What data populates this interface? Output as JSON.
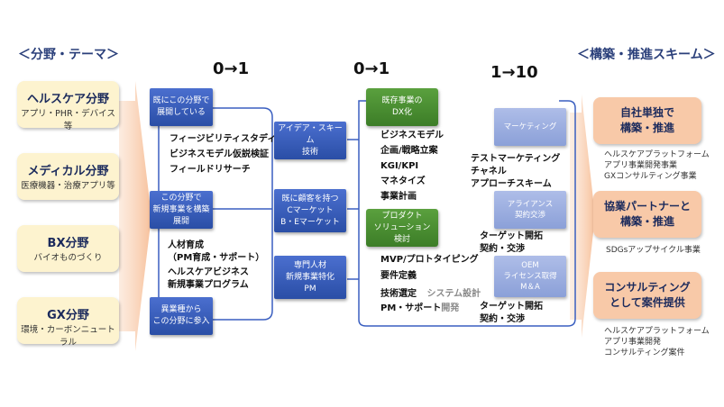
{
  "headers": {
    "left": "＜分野・テーマ＞",
    "right": "＜構築・推進スキーム＞"
  },
  "stages": {
    "s1": "0→1",
    "s2": "0→1",
    "s3": "1→10"
  },
  "fields": [
    {
      "title": "ヘルスケア分野",
      "sub": "アプリ・PHR・デバイス等"
    },
    {
      "title": "メディカル分野",
      "sub": "医療機器・治療アプリ等"
    },
    {
      "title": "BX分野",
      "sub": "バイオものづくり"
    },
    {
      "title": "GX分野",
      "sub": "環境・カーボンニュートラル"
    }
  ],
  "col1": {
    "box1": [
      "既にこの分野で",
      "展開している"
    ],
    "box2": [
      "この分野で",
      "新規事業を構築",
      "展開"
    ],
    "box3": [
      "異業種から",
      "この分野に参入"
    ],
    "text1": [
      "フィージビリティスタディ",
      "ビジネスモデル仮説検証",
      "フィールドリサーチ"
    ],
    "text2": [
      "人材育成",
      "（PM育成・サポート）",
      "ヘルスケアビジネス",
      "新規事業プログラム"
    ]
  },
  "col2": {
    "box1": [
      "アイデア・スキーム",
      "技術"
    ],
    "box2": [
      "既に顧客を持つ",
      "Cマーケット",
      "B・Eマーケット"
    ],
    "box3": [
      "専門人材",
      "新規事業特化",
      "PM"
    ]
  },
  "col3": {
    "box1": [
      "既存事業の",
      "DX化"
    ],
    "text1": [
      "ビジネスモデル",
      "企画/戦略立案",
      "KGI/KPI",
      "マネタイズ",
      "事業計画"
    ],
    "box2": [
      "プロダクト",
      "ソリューション",
      "検討"
    ],
    "text2": [
      "MVP/プロトタイピング",
      "要件定義"
    ],
    "tech": "技術選定",
    "sysdesign": "システム設計",
    "pm": "PM・サポート",
    "dev": "開発"
  },
  "col4": {
    "box1": "マーケティング",
    "text1": [
      "テストマーケティング",
      "チャネル",
      "アプローチスキーム"
    ],
    "box2": [
      "アライアンス",
      "契約交渉"
    ],
    "text2": [
      "ターゲット開拓",
      "契約・交渉"
    ],
    "box3": [
      "OEM",
      "ライセンス取得",
      "M＆A"
    ],
    "text3": [
      "ターゲット開拓",
      "契約・交渉"
    ]
  },
  "schemes": [
    {
      "title": [
        "自社単独で",
        "構築・推進"
      ],
      "notes": [
        "ヘルスケアプラットフォーム",
        "アプリ事業開発事業",
        "GXコンサルティング事業"
      ]
    },
    {
      "title": [
        "協業パートナーと",
        "構築・推進"
      ],
      "notes": [
        "SDGsアップサイクル事業"
      ]
    },
    {
      "title": [
        "コンサルティング",
        "として案件提供"
      ],
      "notes": [
        "ヘルスケアプラットフォーム",
        "アプリ事業開発",
        "コンサルティング案件"
      ]
    }
  ],
  "colors": {
    "blue": "#2a4ea6",
    "green": "#3c7d27",
    "lightblue": "#8ba0d8",
    "cream": "#fdf3cf",
    "peach": "#f8c9a8",
    "navy": "#1b2a5c"
  }
}
